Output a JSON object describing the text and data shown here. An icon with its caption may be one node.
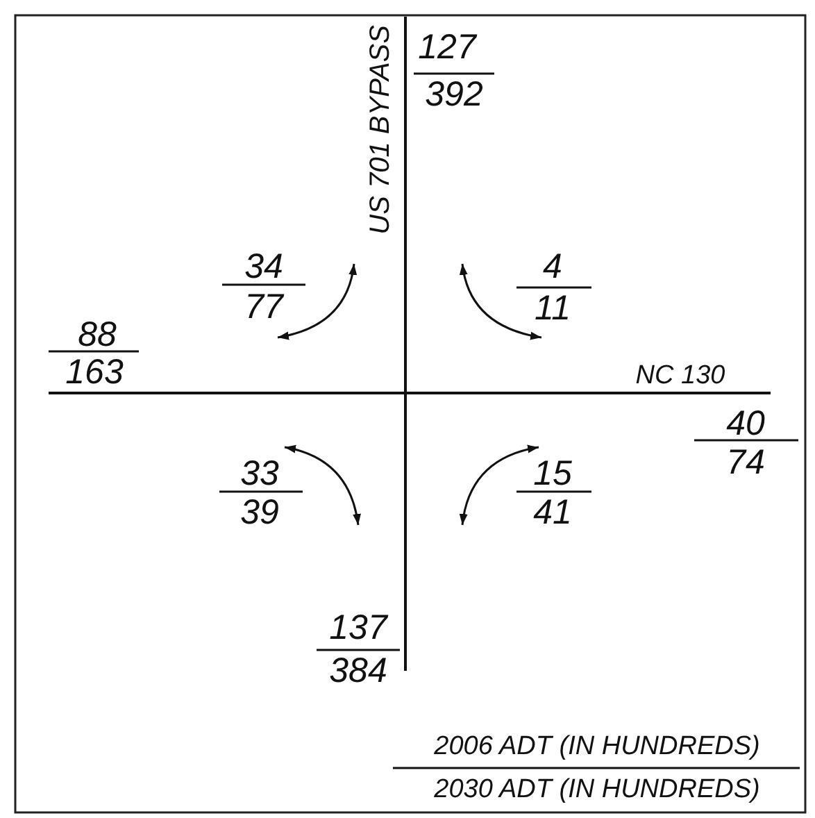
{
  "diagram": {
    "labels": [
      "127",
      "392",
      "US 701 BYPASS",
      "34",
      "77",
      "4",
      "11",
      "88",
      "163",
      "NC 130",
      "40",
      "74",
      "33",
      "39",
      "15",
      "41",
      "137",
      "384",
      "2006 ADT (IN HUNDREDS)",
      "2030 ADT (IN HUNDREDS)"
    ]
  }
}
